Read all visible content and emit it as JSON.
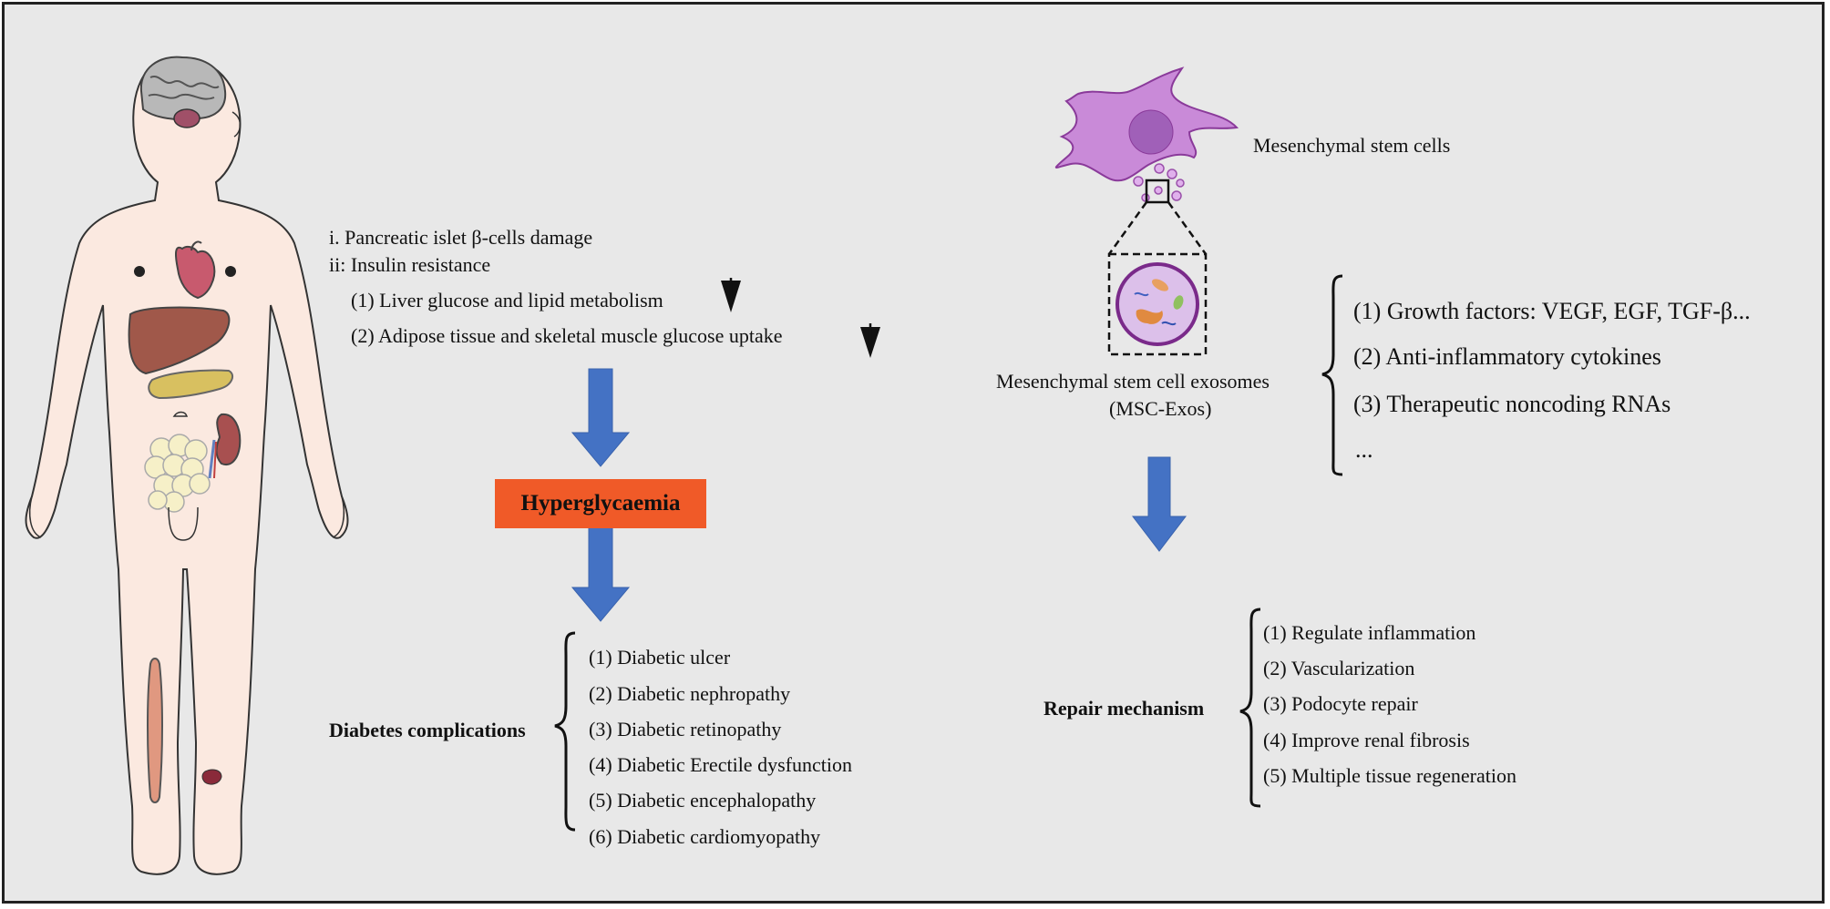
{
  "causes": {
    "line1": "i. Pancreatic islet β-cells damage",
    "line2": "ii: Insulin resistance",
    "item1": "(1) Liver glucose and lipid metabolism",
    "item2": "(2) Adipose tissue and skeletal muscle glucose uptake"
  },
  "hyperglycaemia": "Hyperglycaemia",
  "complications": {
    "label": "Diabetes complications",
    "items": [
      "(1) Diabetic ulcer",
      "(2) Diabetic nephropathy",
      "(3) Diabetic retinopathy",
      "(4) Diabetic Erectile dysfunction",
      "(5) Diabetic encephalopathy",
      "(6) Diabetic cardiomyopathy"
    ]
  },
  "msc": {
    "label": "Mesenchymal stem cells",
    "exo_label": "Mesenchymal stem cell exosomes",
    "exo_abbr": "(MSC-Exos)"
  },
  "cargo": {
    "items": [
      "(1) Growth factors: VEGF, EGF, TGF-β...",
      "(2) Anti-inflammatory cytokines",
      "(3) Therapeutic noncoding RNAs",
      "..."
    ]
  },
  "repair": {
    "label": "Repair mechanism",
    "items": [
      "(1) Regulate inflammation",
      "(2) Vascularization",
      "(3) Podocyte repair",
      "(4) Improve renal fibrosis",
      "(5) Multiple tissue regeneration"
    ]
  },
  "colors": {
    "background": "#e8e8e8",
    "arrow_blue": "#4472c4",
    "hyper_orange": "#f05a28",
    "cell_purple": "#c98ad8",
    "skin": "#fbe9e0"
  }
}
